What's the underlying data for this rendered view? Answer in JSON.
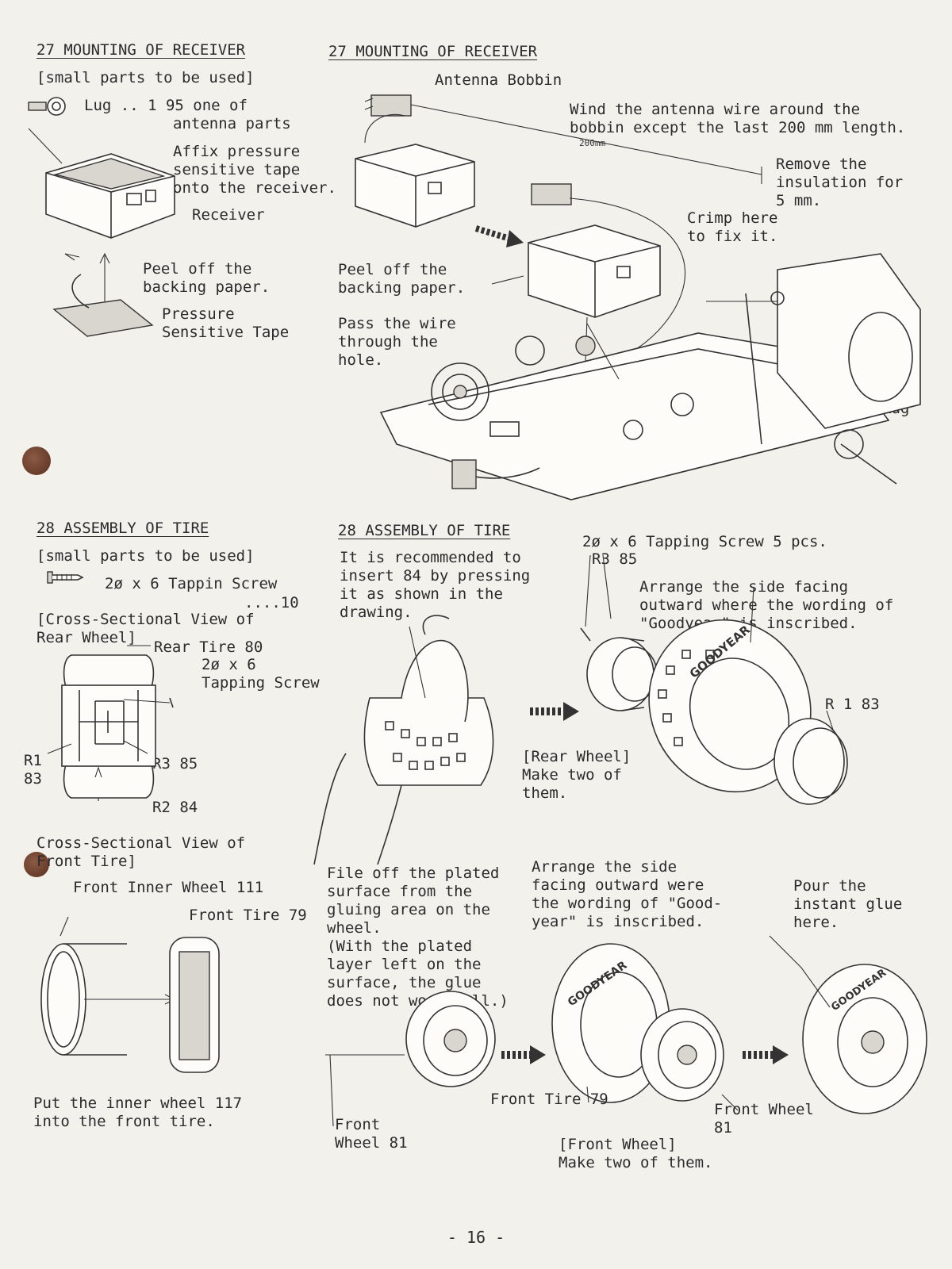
{
  "left27": {
    "heading": "27 MOUNTING OF RECEIVER",
    "parts_title": "[small parts to be used]",
    "lug_label": "Lug .. 1 95 one of",
    "lug_label2": "antenna parts",
    "affix_note": "Affix pressure\nsensitive tape\nonto the receiver.",
    "receiver_label": "Receiver",
    "peel_note": "Peel off the\nbacking paper.",
    "tape_label": "Pressure\nSensitive Tape"
  },
  "right27": {
    "heading": "27 MOUNTING OF RECEIVER",
    "bobbin_label": "Antenna Bobbin",
    "wind_note": "Wind the antenna wire around the\nbobbin except the last 200 mm length.",
    "dim_label": "200mm",
    "remove_note": "Remove the\ninsulation for\n5 mm.",
    "crimp_note": "Crimp here\nto fix it.",
    "peel_note": "Peel off the\nbacking paper.",
    "pass_note": "Pass the wire\nthrough the\nhole.",
    "rug_label": "Rug"
  },
  "left28": {
    "heading": "28 ASSEMBLY OF TIRE",
    "parts_title": "[small parts to be used]",
    "screw_label": "2ø x 6 Tappin Screw",
    "screw_qty": "....10",
    "rear_section_title": "[Cross-Sectional View of\nRear Wheel]",
    "rear_tire_label": "Rear Tire 80",
    "tapping_label": "2ø x 6\nTapping Screw",
    "r1_label": "R1\n83",
    "r3_label": "R3 85",
    "r2_label": "R2 84",
    "front_section_title": "Cross-Sectional View of\nFront Tire]",
    "front_inner_label": "Front Inner Wheel 111",
    "front_tire_label": "Front Tire 79",
    "put_note": "Put the inner wheel 117\ninto the front tire."
  },
  "right28": {
    "heading": "28 ASSEMBLY OF TIRE",
    "recommend_note": "It is recommended to\ninsert 84 by pressing\nit as shown in the\ndrawing.",
    "screw_label": "2ø x 6 Tapping Screw 5 pcs.",
    "r3_label": "R3 85",
    "arrange_note": "Arrange the side facing\noutward where the wording of\n\"Goodyear\" is inscribed.",
    "r1_label": "R 1 83",
    "rear_wheel_note": "[Rear Wheel]\nMake two of\nthem.",
    "file_note": "File off the plated\nsurface from the\ngluing area on the\nwheel.\n(With the plated\nlayer left on the\nsurface, the glue\ndoes not work well.)",
    "arrange_front_note": "Arrange the side\nfacing outward were\nthe wording of \"Good-\nyear\" is inscribed.",
    "pour_note": "Pour the\ninstant glue\nhere.",
    "front_wheel_label1": "Front\nWheel 81",
    "front_tire_label": "Front Tire 79",
    "front_wheel_label2": "Front Wheel\n81",
    "front_wheel_note": "[Front Wheel]\nMake two of them.",
    "tire_brand": "GOODYEAR"
  },
  "page_number": "- 16 -"
}
